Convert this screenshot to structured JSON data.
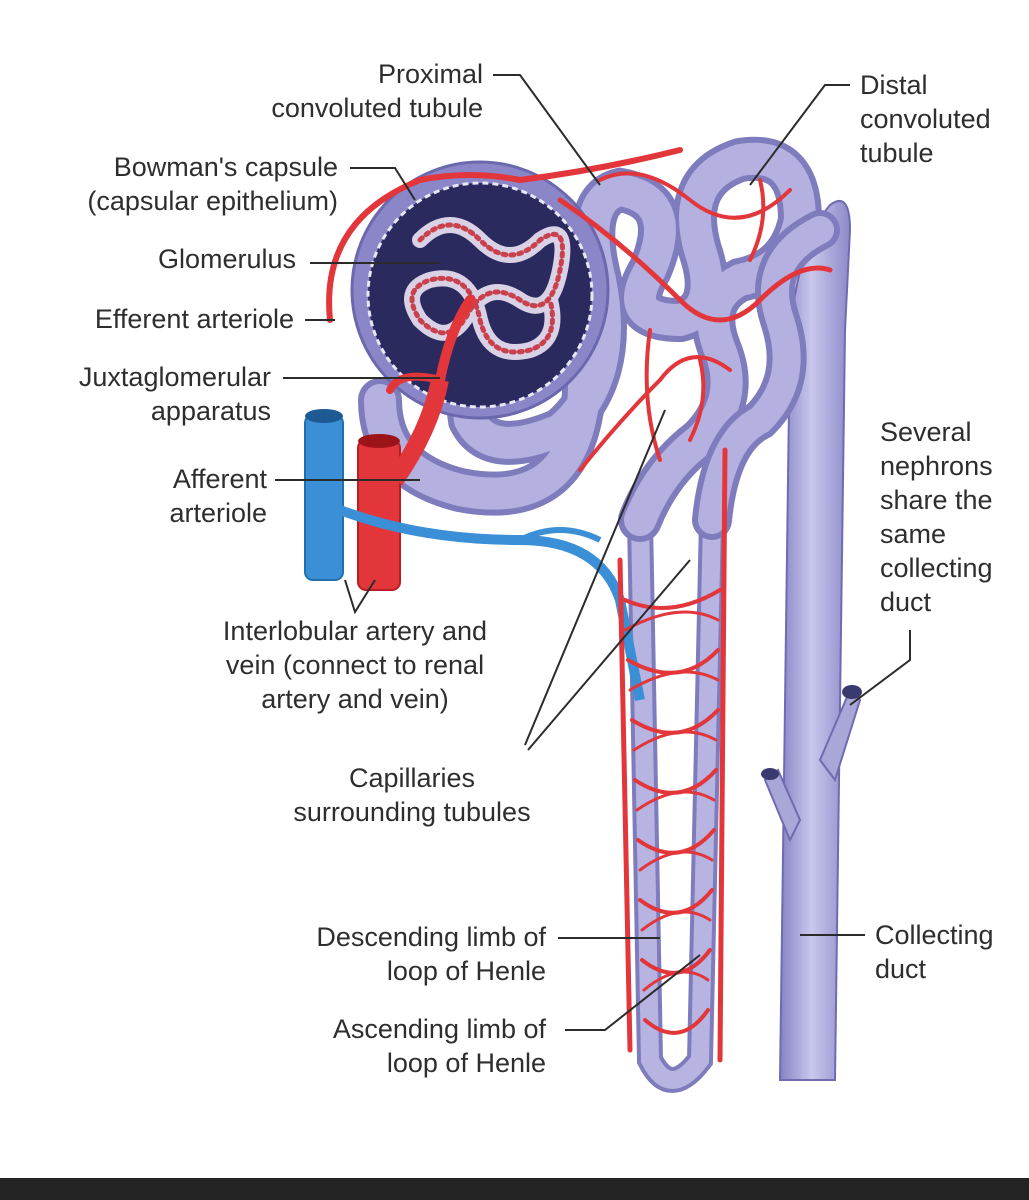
{
  "labels": {
    "pct": [
      "Proximal",
      "convoluted tubule"
    ],
    "dct": [
      "Distal",
      "convoluted",
      "tubule"
    ],
    "bowman": [
      "Bowman's capsule",
      "(capsular epithelium)"
    ],
    "glomerulus": [
      "Glomerulus"
    ],
    "efferent": [
      "Efferent arteriole"
    ],
    "jga": [
      "Juxtaglomerular",
      "apparatus"
    ],
    "afferent": [
      "Afferent",
      "arteriole"
    ],
    "interlobular": [
      "Interlobular artery and",
      "vein (connect to renal",
      "artery and vein)"
    ],
    "capillaries": [
      "Capillaries",
      "surrounding tubules"
    ],
    "several": [
      "Several",
      "nephrons",
      "share the",
      "same",
      "collecting",
      "duct"
    ],
    "descending": [
      "Descending limb of",
      "loop of Henle"
    ],
    "ascending": [
      "Ascending limb of",
      "loop of Henle"
    ],
    "collecting": [
      "Collecting",
      "duct"
    ]
  },
  "colors": {
    "tubule": "#a9a6d8",
    "tubule_dark": "#7f7cbd",
    "artery": "#e2363a",
    "vein": "#3b8fd6",
    "capsule_interior": "#2b2a5e"
  }
}
